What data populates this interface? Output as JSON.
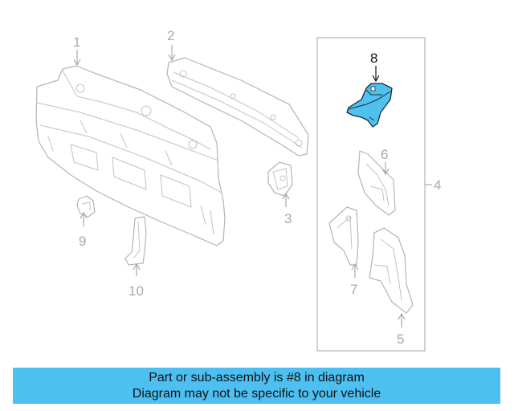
{
  "callouts": {
    "c1": "1",
    "c2": "2",
    "c3": "3",
    "c4": "4",
    "c5": "5",
    "c6": "6",
    "c7": "7",
    "c8": "8",
    "c9": "9",
    "c10": "10"
  },
  "highlight_color": "#4fc1ee",
  "banner_color": "#4dbff0",
  "banner": {
    "line1": "Part or sub-assembly is #8 in diagram",
    "line2": "Diagram may not be specific to your vehicle"
  }
}
